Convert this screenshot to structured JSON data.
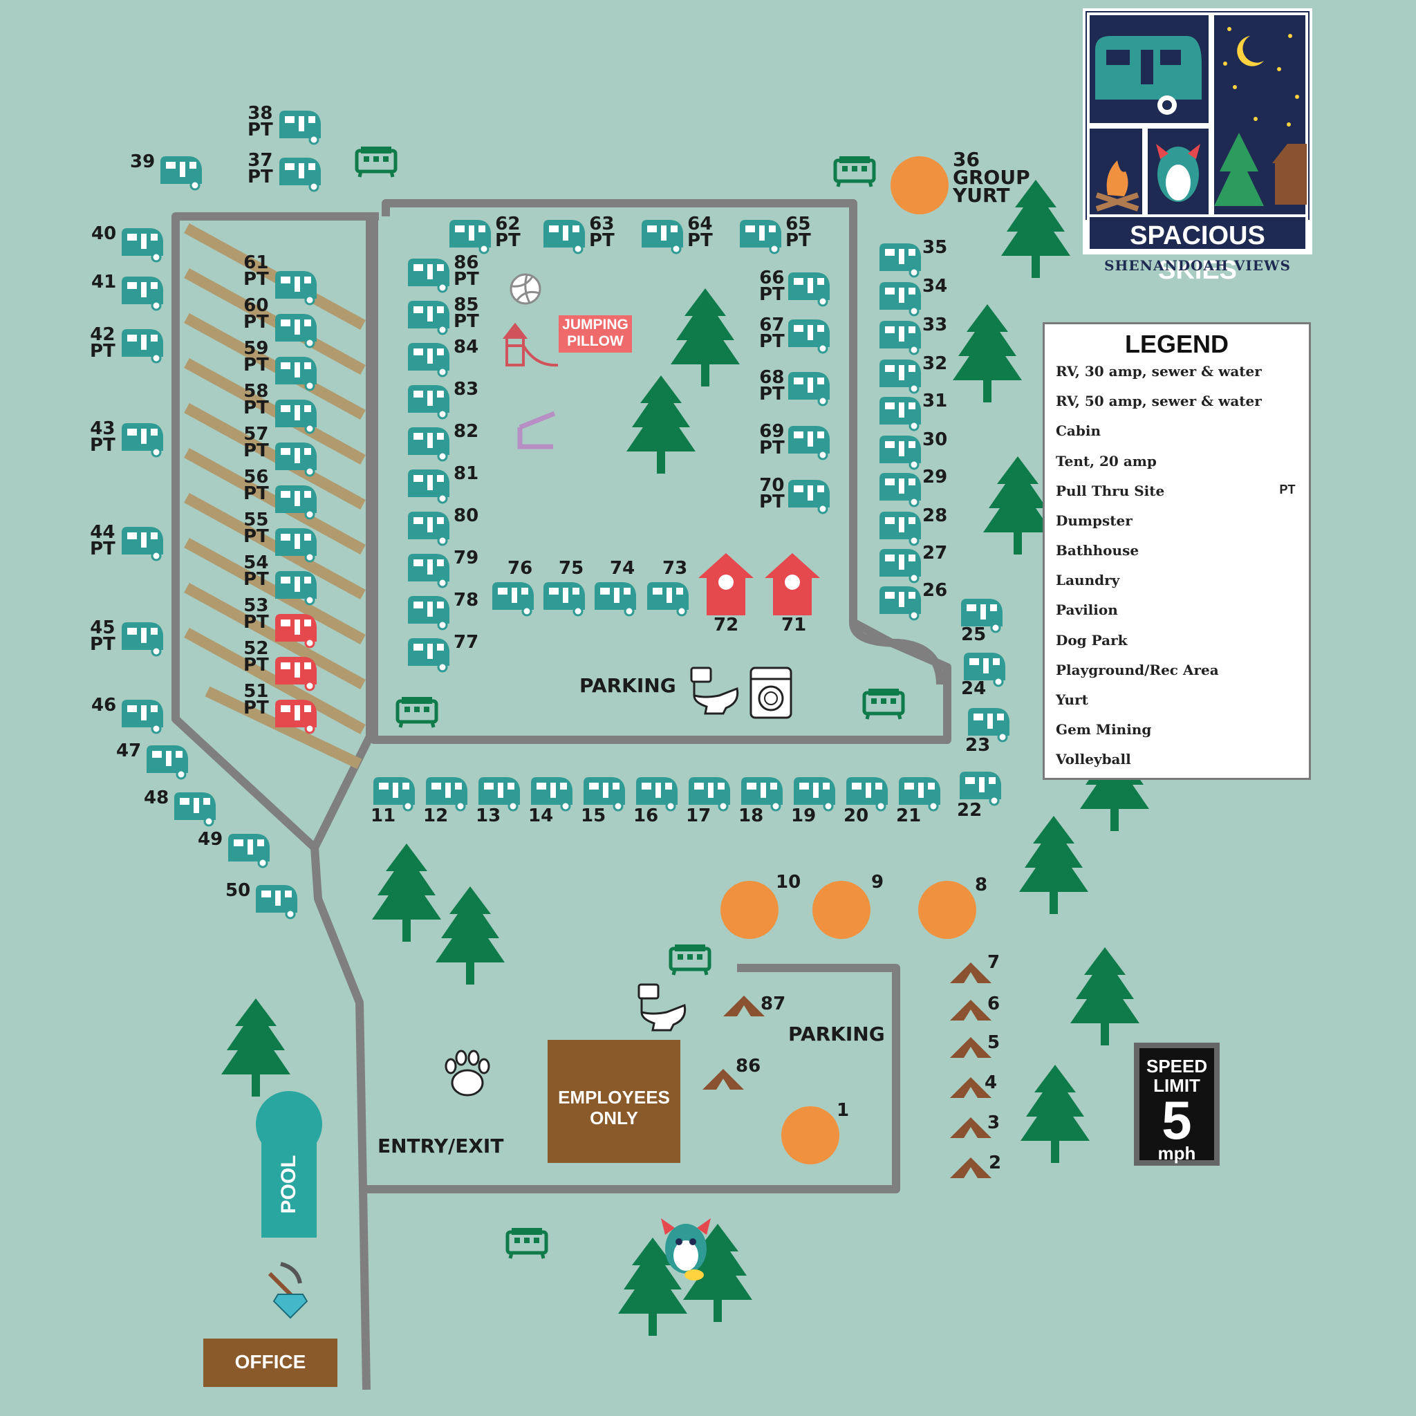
{
  "colors": {
    "background": "#a9cdc2",
    "road": "#7f7f7f",
    "rv30": "#e5484d",
    "rv50": "#2f9b94",
    "tree": "#0f7a4a",
    "yurt": "#f0913f",
    "tent": "#8a5230",
    "building": "#8b5a2b",
    "pool": "#2aa6a1",
    "pavilion": "#b88fc4",
    "stripe": "#b09a6e"
  },
  "logo": {
    "title": "SPACIOUS SKIES",
    "subtitle": "SHENANDOAH VIEWS"
  },
  "legend": {
    "title": "LEGEND",
    "items": [
      {
        "label": "RV, 30 amp, sewer & water",
        "icon": "rv-red-icon"
      },
      {
        "label": "RV, 50 amp, sewer & water",
        "icon": "rv-teal-icon"
      },
      {
        "label": "Cabin",
        "icon": "cabin-icon"
      },
      {
        "label": "Tent, 20 amp",
        "icon": "tent-icon"
      },
      {
        "label": "Pull Thru Site",
        "icon": "PT"
      },
      {
        "label": "Dumpster",
        "icon": "dumpster-icon"
      },
      {
        "label": "Bathhouse",
        "icon": "toilet-icon"
      },
      {
        "label": "Laundry",
        "icon": "washer-icon"
      },
      {
        "label": "Pavilion",
        "icon": "pavilion-icon"
      },
      {
        "label": "Dog Park",
        "icon": "paw-icon"
      },
      {
        "label": "Playground/Rec Area",
        "icon": "playground-icon"
      },
      {
        "label": "Yurt",
        "icon": "yurt-icon"
      },
      {
        "label": "Gem Mining",
        "icon": "gem-icon"
      },
      {
        "label": "Volleyball",
        "icon": "volleyball-icon"
      }
    ]
  },
  "map_labels": {
    "parking_top": "PARKING",
    "parking_bottom": "PARKING",
    "entry_exit": "ENTRY/EXIT",
    "employees_only": "EMPLOYEES ONLY",
    "office": "OFFICE",
    "pool": "POOL",
    "jumping_pillow": "JUMPING PILLOW",
    "group_yurt": "36 GROUP YURT"
  },
  "speed_sign": {
    "top": "SPEED LIMIT",
    "number": "5",
    "unit": "mph"
  },
  "sites": {
    "rv_left_column": [
      {
        "n": "39",
        "pt": false
      },
      {
        "n": "40",
        "pt": false
      },
      {
        "n": "41",
        "pt": false
      },
      {
        "n": "42",
        "pt": true
      },
      {
        "n": "43",
        "pt": true
      },
      {
        "n": "44",
        "pt": true
      },
      {
        "n": "45",
        "pt": true
      },
      {
        "n": "46",
        "pt": false
      },
      {
        "n": "47",
        "pt": false
      },
      {
        "n": "48",
        "pt": false
      },
      {
        "n": "49",
        "pt": false
      },
      {
        "n": "50",
        "pt": false
      }
    ],
    "rv_top_left": [
      {
        "n": "38",
        "pt": true
      },
      {
        "n": "37",
        "pt": true
      }
    ],
    "rv_pull_thru_column": [
      {
        "n": "61",
        "pt": true,
        "amp": 50
      },
      {
        "n": "60",
        "pt": true,
        "amp": 50
      },
      {
        "n": "59",
        "pt": true,
        "amp": 50
      },
      {
        "n": "58",
        "pt": true,
        "amp": 50
      },
      {
        "n": "57",
        "pt": true,
        "amp": 50
      },
      {
        "n": "56",
        "pt": true,
        "amp": 50
      },
      {
        "n": "55",
        "pt": true,
        "amp": 50
      },
      {
        "n": "54",
        "pt": true,
        "amp": 50
      },
      {
        "n": "53",
        "pt": true,
        "amp": 30
      },
      {
        "n": "52",
        "pt": true,
        "amp": 30
      },
      {
        "n": "51",
        "pt": true,
        "amp": 30
      }
    ],
    "rv_inner_top": [
      {
        "n": "62",
        "pt": true
      },
      {
        "n": "63",
        "pt": true
      },
      {
        "n": "64",
        "pt": true
      },
      {
        "n": "65",
        "pt": true
      }
    ],
    "rv_inner_left": [
      {
        "n": "86",
        "pt": true
      },
      {
        "n": "85",
        "pt": true
      },
      {
        "n": "84",
        "pt": false
      },
      {
        "n": "83",
        "pt": false
      },
      {
        "n": "82",
        "pt": false
      },
      {
        "n": "81",
        "pt": false
      },
      {
        "n": "80",
        "pt": false
      },
      {
        "n": "79",
        "pt": false
      },
      {
        "n": "78",
        "pt": false
      },
      {
        "n": "77",
        "pt": false
      }
    ],
    "rv_inner_right": [
      {
        "n": "66",
        "pt": true
      },
      {
        "n": "67",
        "pt": true
      },
      {
        "n": "68",
        "pt": true
      },
      {
        "n": "69",
        "pt": true
      },
      {
        "n": "70",
        "pt": true
      }
    ],
    "rv_inner_bottom": [
      {
        "n": "76"
      },
      {
        "n": "75"
      },
      {
        "n": "74"
      },
      {
        "n": "73"
      }
    ],
    "cabins": [
      {
        "n": "72"
      },
      {
        "n": "71"
      }
    ],
    "rv_right_column": [
      {
        "n": "35"
      },
      {
        "n": "34"
      },
      {
        "n": "33"
      },
      {
        "n": "32"
      },
      {
        "n": "31"
      },
      {
        "n": "30"
      },
      {
        "n": "29"
      },
      {
        "n": "28"
      },
      {
        "n": "27"
      },
      {
        "n": "26"
      }
    ],
    "rv_far_right": [
      {
        "n": "25"
      },
      {
        "n": "24"
      },
      {
        "n": "23"
      },
      {
        "n": "22"
      }
    ],
    "rv_bottom_row": [
      {
        "n": "11"
      },
      {
        "n": "12"
      },
      {
        "n": "13"
      },
      {
        "n": "14"
      },
      {
        "n": "15"
      },
      {
        "n": "16"
      },
      {
        "n": "17"
      },
      {
        "n": "18"
      },
      {
        "n": "19"
      },
      {
        "n": "20"
      },
      {
        "n": "21"
      }
    ],
    "yurts": [
      {
        "n": "10"
      },
      {
        "n": "9"
      },
      {
        "n": "8"
      },
      {
        "n": "1"
      }
    ],
    "tents": [
      {
        "n": "7"
      },
      {
        "n": "6"
      },
      {
        "n": "5"
      },
      {
        "n": "4"
      },
      {
        "n": "3"
      },
      {
        "n": "2"
      },
      {
        "n": "87"
      },
      {
        "n": "86"
      }
    ]
  }
}
